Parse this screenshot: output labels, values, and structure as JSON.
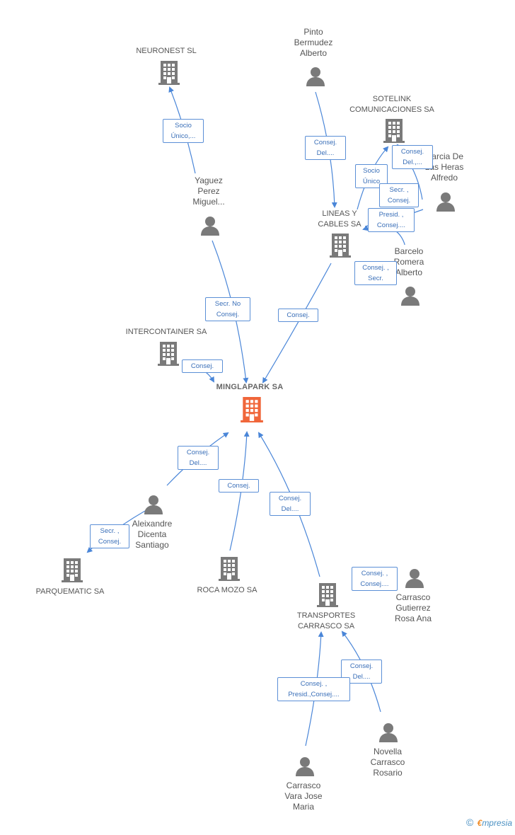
{
  "colors": {
    "edge": "#4a86d8",
    "building": "#7a7a7a",
    "building_main": "#f0663a",
    "person": "#7a7a7a",
    "label_border": "#5b8fd6"
  },
  "nodes": {
    "neuronest": {
      "label": "NEURONEST SL",
      "type": "company"
    },
    "pinto": {
      "label": "Pinto\nBermudez\nAlberto",
      "type": "person"
    },
    "sotelink": {
      "label": "SOTELINK\nCOMUNICACIONES SA",
      "type": "company"
    },
    "garcia": {
      "label": "Garcia De\nLas Heras\nAlfredo",
      "type": "person"
    },
    "yaguez": {
      "label": "Yaguez\nPerez\nMiguel...",
      "type": "person"
    },
    "lineas": {
      "label": "LINEAS Y\nCABLES SA",
      "type": "company"
    },
    "barcelo": {
      "label": "Barcelo\nRomera\nAlberto",
      "type": "person"
    },
    "intercontainer": {
      "label": "INTERCONTAINER SA",
      "type": "company"
    },
    "minglapark": {
      "label": "MINGLAPARK SA",
      "type": "company-main"
    },
    "alexandre": {
      "label": "Aleixandre\nDicenta\nSantiago",
      "type": "person"
    },
    "parquematic": {
      "label": "PARQUEMATIC SA",
      "type": "company"
    },
    "rocamozo": {
      "label": "ROCA MOZO SA",
      "type": "company"
    },
    "transportes": {
      "label": "TRANSPORTES\nCARRASCO SA",
      "type": "company"
    },
    "carrasco_gutierrez": {
      "label": "Carrasco\nGutierrez\nRosa Ana",
      "type": "person"
    },
    "novella": {
      "label": "Novella\nCarrasco\nRosario",
      "type": "person"
    },
    "carrasco_vara": {
      "label": "Carrasco\nVara Jose\nMaria",
      "type": "person"
    }
  },
  "edges": {
    "yaguez_neuronest": "Socio\nÚnico,...",
    "pinto_lineas": "Consej.\nDel....",
    "garcia_sotelink": "Consej.\nDel.,...",
    "lineas_sotelink": "Socio\nÚnico",
    "garcia_lineas": "Secr. ,\nConsej.",
    "barcelo_lineas": "Presid. ,\nConsej....",
    "barcelo_minglapark": "Consej. ,\nSecr.",
    "yaguez_minglapark": "Secr. No\nConsej.",
    "lineas_minglapark": "Consej.",
    "intercontainer_minglapark": "Consej.",
    "alexandre_minglapark": "Consej.\nDel....",
    "alexandre_parquematic": "Secr. ,\nConsej.",
    "rocamozo_minglapark": "Consej.",
    "transportes_minglapark": "Consej.\nDel....",
    "carrasco_gutierrez_transportes": "Consej. ,\nConsej....",
    "novella_transportes": "Consej.\nDel....",
    "carrasco_vara_transportes": "Consej. ,\nPresid.,Consej...."
  },
  "footer": {
    "copyright": "©",
    "brand_e": "€",
    "brand_rest": "mpresia"
  }
}
